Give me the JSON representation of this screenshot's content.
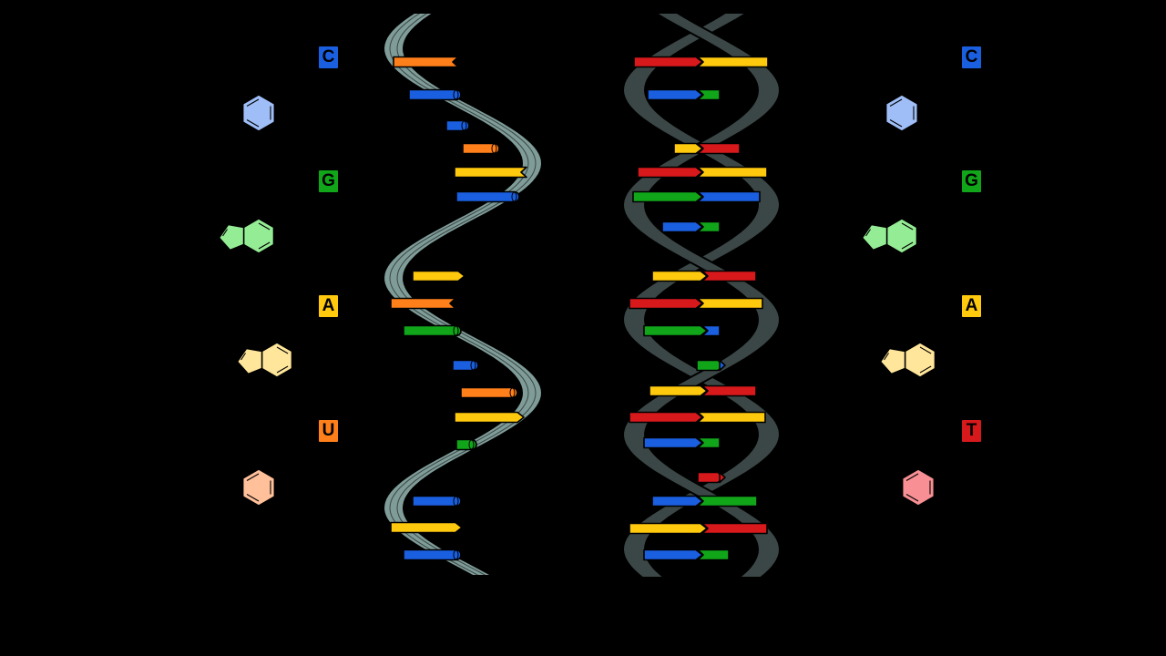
{
  "colors": {
    "background": "#000000",
    "cytosine": "#1a5fe0",
    "guanine": "#11a51a",
    "adenine": "#ffc90e",
    "uracil": "#ff7f1a",
    "thymine": "#d7191c",
    "rna_backbone": "#7f9c98",
    "dna_backbone": "#3b4746",
    "outline": "#000000"
  },
  "rna_legend": [
    {
      "letter": "C",
      "color": "#1a5fe0",
      "ring_color": "#9fbef7",
      "icon": "pyrimidine-ring"
    },
    {
      "letter": "G",
      "color": "#11a51a",
      "ring_color": "#94ec94",
      "icon": "purine-ring"
    },
    {
      "letter": "A",
      "color": "#ffc90e",
      "ring_color": "#ffe69a",
      "icon": "purine-ring"
    },
    {
      "letter": "U",
      "color": "#ff7f1a",
      "ring_color": "#ffc09a",
      "icon": "pyrimidine-ring"
    }
  ],
  "dna_legend": [
    {
      "letter": "C",
      "color": "#1a5fe0",
      "ring_color": "#9fbef7",
      "icon": "pyrimidine-ring"
    },
    {
      "letter": "G",
      "color": "#11a51a",
      "ring_color": "#94ec94",
      "icon": "purine-ring"
    },
    {
      "letter": "A",
      "color": "#ffc90e",
      "ring_color": "#ffe69a",
      "icon": "purine-ring"
    },
    {
      "letter": "T",
      "color": "#d7191c",
      "ring_color": "#f78f94",
      "icon": "pyrimidine-ring"
    }
  ]
}
